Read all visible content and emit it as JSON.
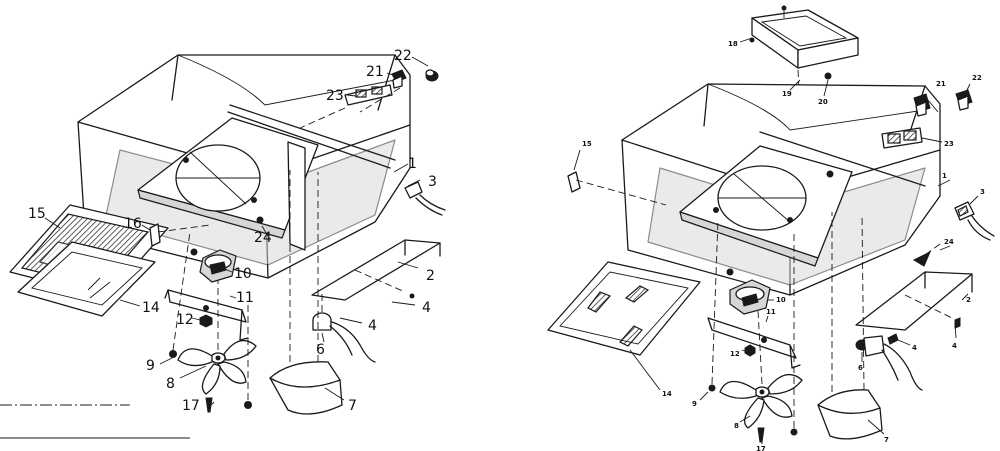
{
  "left_view": {
    "callouts": [
      "1",
      "2",
      "3",
      "4",
      "4",
      "6",
      "7",
      "8",
      "9",
      "10",
      "11",
      "12",
      "14",
      "15",
      "16",
      "17",
      "21",
      "22",
      "23",
      "24"
    ]
  },
  "right_view": {
    "callouts": [
      "1",
      "2",
      "3",
      "4",
      "4",
      "6",
      "7",
      "8",
      "9",
      "10",
      "11",
      "12",
      "14",
      "15",
      "17",
      "18",
      "19",
      "20",
      "21",
      "22",
      "23",
      "24"
    ]
  },
  "colors": {
    "ink": "#1a1a1a",
    "paper": "#ffffff",
    "tone": "#d6d6d6"
  }
}
